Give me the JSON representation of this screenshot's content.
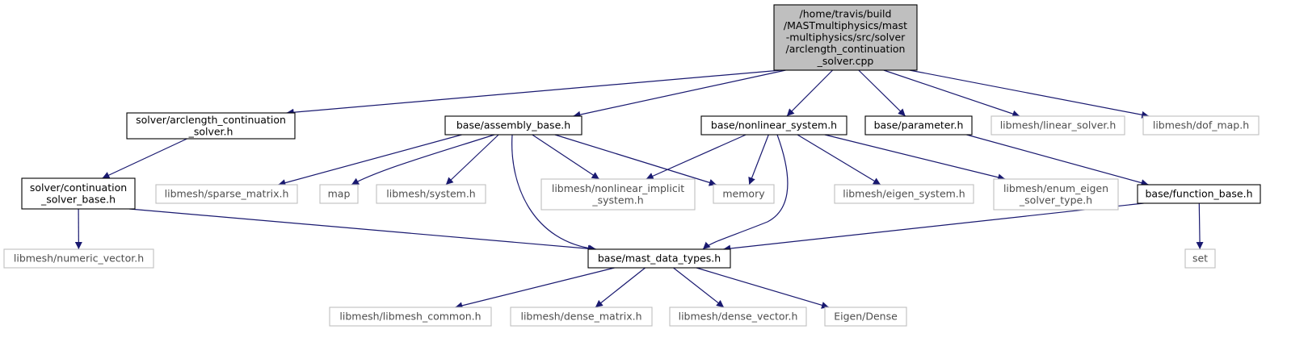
{
  "colors": {
    "edge": "#191970",
    "root_fill": "#bfbfbf",
    "root_stroke": "#000000",
    "local_stroke": "#000000",
    "external_stroke": "#bfbfbf",
    "text": "#000000"
  },
  "nodes": [
    {
      "id": "root",
      "kind": "root",
      "lines": [
        "/home/travis/build",
        "/MASTmultiphysics/mast",
        "-multiphysics/src/solver",
        "/arclength_continuation",
        "_solver.cpp"
      ]
    },
    {
      "id": "arclength_h",
      "kind": "local",
      "lines": [
        "solver/arclength_continuation",
        "_solver.h"
      ]
    },
    {
      "id": "assembly_base",
      "kind": "local",
      "lines": [
        "base/assembly_base.h"
      ]
    },
    {
      "id": "nonlinear_system",
      "kind": "local",
      "lines": [
        "base/nonlinear_system.h"
      ]
    },
    {
      "id": "parameter",
      "kind": "local",
      "lines": [
        "base/parameter.h"
      ]
    },
    {
      "id": "linear_solver",
      "kind": "external",
      "lines": [
        "libmesh/linear_solver.h"
      ]
    },
    {
      "id": "dof_map",
      "kind": "external",
      "lines": [
        "libmesh/dof_map.h"
      ]
    },
    {
      "id": "continuation_base",
      "kind": "local",
      "lines": [
        "solver/continuation",
        "_solver_base.h"
      ]
    },
    {
      "id": "sparse_matrix",
      "kind": "external",
      "lines": [
        "libmesh/sparse_matrix.h"
      ]
    },
    {
      "id": "map",
      "kind": "external",
      "lines": [
        "map"
      ]
    },
    {
      "id": "system",
      "kind": "external",
      "lines": [
        "libmesh/system.h"
      ]
    },
    {
      "id": "nonlinear_implicit",
      "kind": "external",
      "lines": [
        "libmesh/nonlinear_implicit",
        "_system.h"
      ]
    },
    {
      "id": "memory",
      "kind": "external",
      "lines": [
        "memory"
      ]
    },
    {
      "id": "eigen_system",
      "kind": "external",
      "lines": [
        "libmesh/eigen_system.h"
      ]
    },
    {
      "id": "enum_eigen",
      "kind": "external",
      "lines": [
        "libmesh/enum_eigen",
        "_solver_type.h"
      ]
    },
    {
      "id": "function_base",
      "kind": "local",
      "lines": [
        "base/function_base.h"
      ]
    },
    {
      "id": "numeric_vector",
      "kind": "external",
      "lines": [
        "libmesh/numeric_vector.h"
      ]
    },
    {
      "id": "mast_data_types",
      "kind": "local",
      "lines": [
        "base/mast_data_types.h"
      ]
    },
    {
      "id": "set",
      "kind": "external",
      "lines": [
        "set"
      ]
    },
    {
      "id": "libmesh_common",
      "kind": "external",
      "lines": [
        "libmesh/libmesh_common.h"
      ]
    },
    {
      "id": "dense_matrix",
      "kind": "external",
      "lines": [
        "libmesh/dense_matrix.h"
      ]
    },
    {
      "id": "dense_vector",
      "kind": "external",
      "lines": [
        "libmesh/dense_vector.h"
      ]
    },
    {
      "id": "eigen_dense",
      "kind": "external",
      "lines": [
        "Eigen/Dense"
      ]
    }
  ],
  "edges": [
    {
      "from": "root",
      "to": "arclength_h"
    },
    {
      "from": "root",
      "to": "assembly_base"
    },
    {
      "from": "root",
      "to": "nonlinear_system"
    },
    {
      "from": "root",
      "to": "parameter"
    },
    {
      "from": "root",
      "to": "linear_solver"
    },
    {
      "from": "root",
      "to": "dof_map"
    },
    {
      "from": "arclength_h",
      "to": "continuation_base"
    },
    {
      "from": "continuation_base",
      "to": "numeric_vector"
    },
    {
      "from": "continuation_base",
      "to": "mast_data_types"
    },
    {
      "from": "assembly_base",
      "to": "sparse_matrix"
    },
    {
      "from": "assembly_base",
      "to": "map"
    },
    {
      "from": "assembly_base",
      "to": "system"
    },
    {
      "from": "assembly_base",
      "to": "nonlinear_implicit"
    },
    {
      "from": "assembly_base",
      "to": "memory"
    },
    {
      "from": "assembly_base",
      "to": "mast_data_types"
    },
    {
      "from": "nonlinear_system",
      "to": "nonlinear_implicit"
    },
    {
      "from": "nonlinear_system",
      "to": "memory"
    },
    {
      "from": "nonlinear_system",
      "to": "eigen_system"
    },
    {
      "from": "nonlinear_system",
      "to": "enum_eigen"
    },
    {
      "from": "nonlinear_system",
      "to": "mast_data_types"
    },
    {
      "from": "parameter",
      "to": "function_base"
    },
    {
      "from": "function_base",
      "to": "mast_data_types"
    },
    {
      "from": "function_base",
      "to": "set"
    },
    {
      "from": "mast_data_types",
      "to": "libmesh_common"
    },
    {
      "from": "mast_data_types",
      "to": "dense_matrix"
    },
    {
      "from": "mast_data_types",
      "to": "dense_vector"
    },
    {
      "from": "mast_data_types",
      "to": "eigen_dense"
    }
  ]
}
